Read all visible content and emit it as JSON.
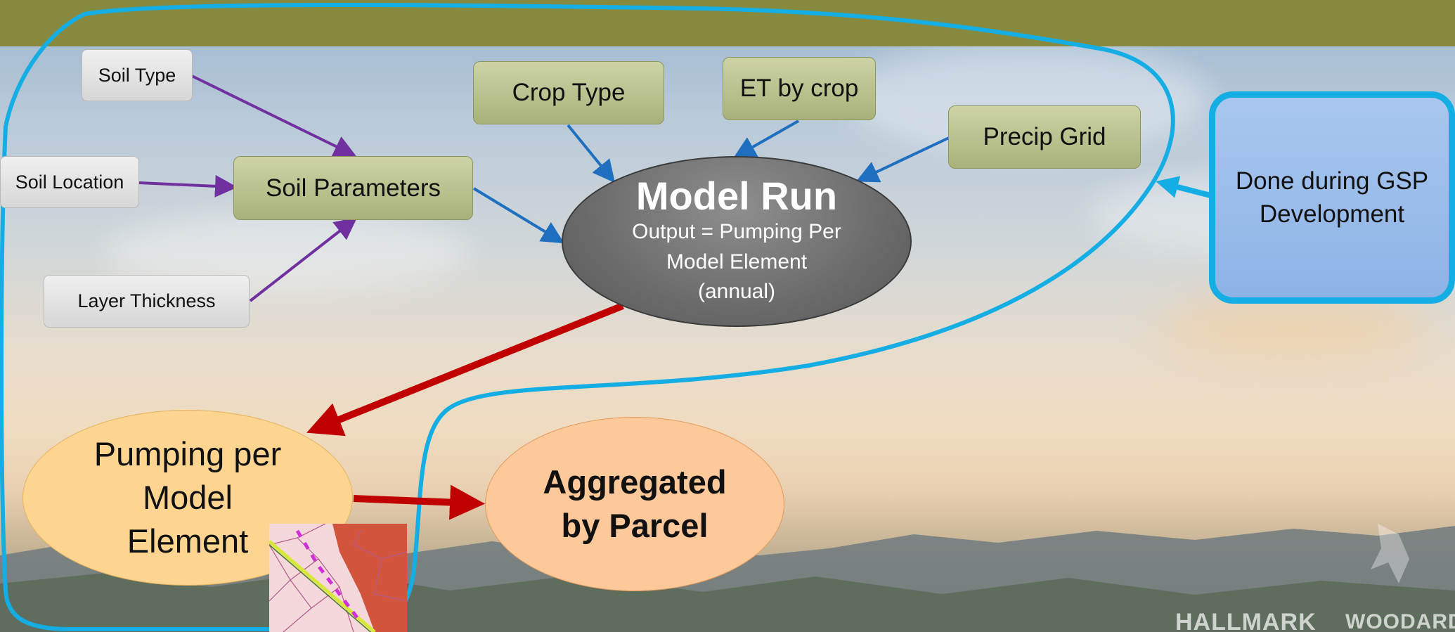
{
  "colors": {
    "title_bar": "#87893e",
    "gray_box": "#e3e3e3",
    "olive_box": "#b8c08a",
    "model_run": "#707070",
    "pumping_ellipse": "#fdd591",
    "aggregated_ellipse": "#fdc99a",
    "gsp_box": "#9bbdea",
    "outline_blue": "#15aee4",
    "purple_arrow": "#7030a0",
    "blue_arrow": "#1f6fc0",
    "red_arrow": "#c00000"
  },
  "inputs": {
    "soil_type": "Soil Type",
    "soil_location": "Soil Location",
    "layer_thickness": "Layer Thickness",
    "soil_parameters": "Soil Parameters",
    "crop_type": "Crop Type",
    "et_by_crop": "ET by crop",
    "precip_grid": "Precip Grid"
  },
  "model_run": {
    "title": "Model Run",
    "line1": "Output = Pumping Per",
    "line2": "Model Element",
    "line3": "(annual)"
  },
  "pumping": {
    "line1": "Pumping per",
    "line2": "Model",
    "line3": "Element"
  },
  "aggregated": {
    "line1": "Aggregated",
    "line2": "by Parcel"
  },
  "gsp_note": {
    "line1": "Done during GSP",
    "line2": "Development"
  },
  "logo": {
    "left": "HALLMARK",
    "right": "WOODARD"
  }
}
